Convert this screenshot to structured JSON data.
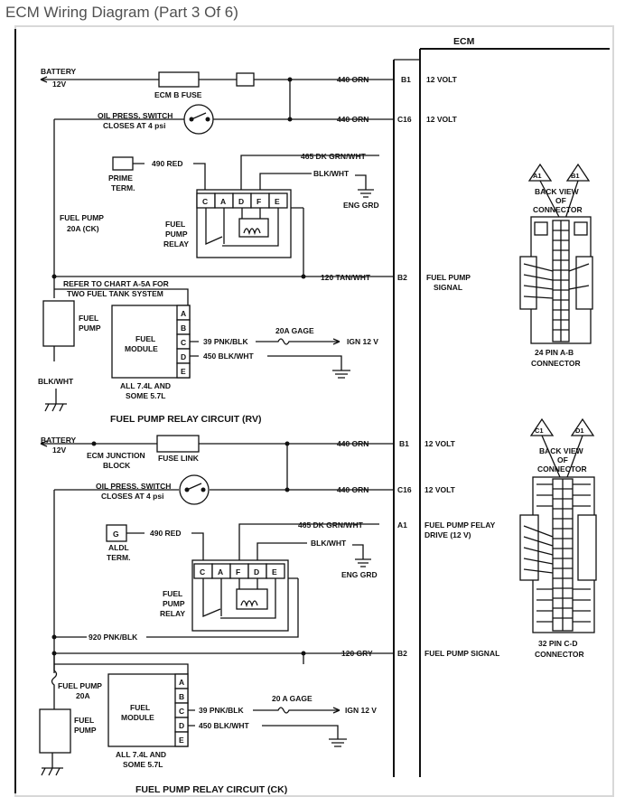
{
  "header": {
    "title": "ECM Wiring Diagram (Part 3 Of 6)"
  },
  "ecm": {
    "title": "ECM"
  },
  "colors": {
    "line": "#111111",
    "paper": "#ffffff",
    "frame_gray": "#d8d8d8",
    "title_text": "#505050"
  },
  "rv": {
    "battery": "BATTERY",
    "battery_v": "12V",
    "fuse": "ECM B FUSE",
    "w_bat": "440 ORN",
    "w_ops": "440 ORN",
    "ops1": "OIL PRESS. SWITCH",
    "ops2": "CLOSES AT 4 psi",
    "w465": "465 DK GRN/WHT",
    "w490": "490 RED",
    "prime1": "PRIME",
    "prime2": "TERM.",
    "blkwht": "BLK/WHT",
    "enggrd": "ENG GRD",
    "relay": [
      "FUEL",
      "PUMP",
      "RELAY"
    ],
    "relay_pins": [
      "C",
      "A",
      "D",
      "F",
      "E"
    ],
    "fp_fuse1": "FUEL PUMP",
    "fp_fuse2": "20A (CK)",
    "w120": "120 TAN/WHT",
    "refer1": "REFER TO CHART A-5A FOR",
    "refer2": "TWO FUEL TANK SYSTEM",
    "pump1": "FUEL",
    "pump2": "PUMP",
    "module1": "FUEL",
    "module2": "MODULE",
    "module_pins": [
      "A",
      "B",
      "C",
      "D",
      "E"
    ],
    "w39": "39 PNK/BLK",
    "gage": "20A GAGE",
    "ign": "IGN 12 V",
    "w450": "450 BLK/WHT",
    "pump_gnd": "BLK/WHT",
    "note1": "ALL 7.4L AND",
    "note2": "SOME 5.7L",
    "caption": "FUEL PUMP RELAY CIRCUIT (RV)"
  },
  "ck": {
    "battery": "BATTERY",
    "battery_v": "12V",
    "junction1": "ECM JUNCTION",
    "junction2": "BLOCK",
    "fuselink": "FUSE LINK",
    "w_bat": "440 ORN",
    "w_ops": "440 ORN",
    "ops1": "OIL PRESS. SWITCH",
    "ops2": "CLOSES AT 4 psi",
    "w465": "465 DK GRN/WHT",
    "w490": "490 RED",
    "aldl_g": "G",
    "aldl1": "ALDL",
    "aldl2": "TERM.",
    "blkwht": "BLK/WHT",
    "enggrd": "ENG GRD",
    "relay": [
      "FUEL",
      "PUMP",
      "RELAY"
    ],
    "relay_pins": [
      "C",
      "A",
      "F",
      "D",
      "E"
    ],
    "w920": "920 PNK/BLK",
    "w120": "120 GRY",
    "fp_fuse1": "FUEL PUMP",
    "fp_fuse2": "20A",
    "pump1": "FUEL",
    "pump2": "PUMP",
    "module1": "FUEL",
    "module2": "MODULE",
    "module_pins": [
      "A",
      "B",
      "C",
      "D",
      "E"
    ],
    "w39": "39 PNK/BLK",
    "gage": "20 A GAGE",
    "ign": "IGN 12 V",
    "w450": "450 BLK/WHT",
    "note1": "ALL 7.4L AND",
    "note2": "SOME 5.7L",
    "caption": "FUEL PUMP RELAY CIRCUIT (CK)"
  },
  "pins": {
    "b1": "B1",
    "b1_label": "12 VOLT",
    "c16": "C16",
    "c16_label": "12 VOLT",
    "b2": "B2",
    "b2_label1": "FUEL PUMP",
    "b2_label2": "SIGNAL",
    "ck_b1": "B1",
    "ck_b1_label": "12 VOLT",
    "ck_c16": "C16",
    "ck_c16_label": "12 VOLT",
    "a1": "A1",
    "a1_label1": "FUEL PUMP FELAY",
    "a1_label2": "DRIVE (12 V)",
    "ck_b2": "B2",
    "ck_b2_label": "FUEL PUMP SIGNAL"
  },
  "connector_ab": {
    "tri_left": "A1",
    "tri_right": "B1",
    "back1": "BACK VIEW",
    "back2": "OF",
    "back3": "CONNECTOR",
    "name1": "24 PIN A-B",
    "name2": "CONNECTOR"
  },
  "connector_cd": {
    "tri_left": "C1",
    "tri_right": "D1",
    "back1": "BACK VIEW",
    "back2": "OF",
    "back3": "CONNECTOR",
    "name1": "32 PIN C-D",
    "name2": "CONNECTOR"
  }
}
